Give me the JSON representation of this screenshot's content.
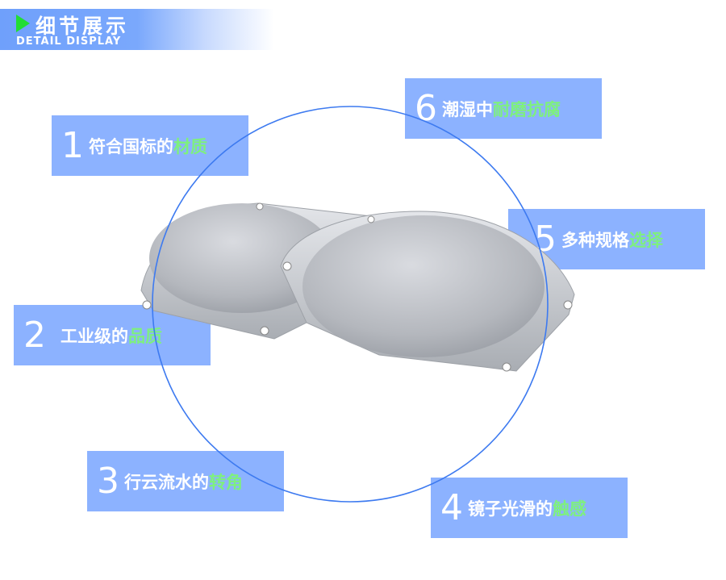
{
  "header": {
    "title": "细节展示",
    "subtitle": "DETAIL DISPLAY",
    "icon": "play-triangle-icon"
  },
  "colors": {
    "box": "#8cb2ff",
    "highlight": "#7ef07e",
    "circle": "#3d7af0",
    "triangle": "#22dd33"
  },
  "features": [
    {
      "num": "1",
      "text": "符合国标的",
      "highlight": "材质"
    },
    {
      "num": "2",
      "text": "工业级的",
      "highlight": "品质"
    },
    {
      "num": "3",
      "text": "行云流水的",
      "highlight": "转角"
    },
    {
      "num": "4",
      "text": "镜子光滑的",
      "highlight": "触感"
    },
    {
      "num": "5",
      "text": "多种规格",
      "highlight": "选择"
    },
    {
      "num": "6",
      "text": "潮湿中",
      "highlight": "耐磨抗腐"
    }
  ]
}
